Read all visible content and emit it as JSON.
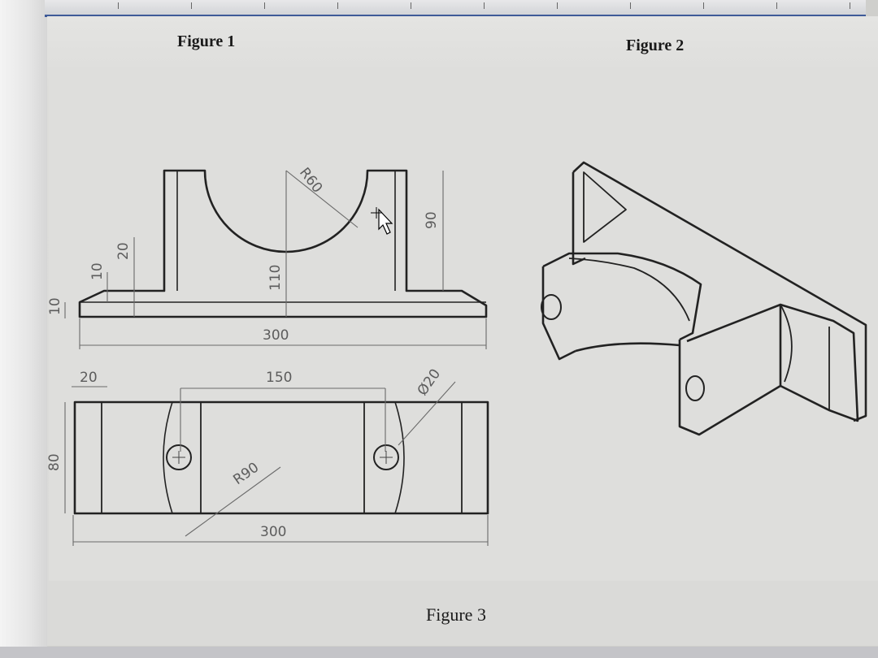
{
  "document": {
    "figure1_label": "Figure 1",
    "figure2_label": "Figure 2",
    "figure3_label": "Figure 3"
  },
  "dimensions": {
    "r60": "R60",
    "d90": "90",
    "d110": "110",
    "d20_side": "20",
    "d10_side": "10",
    "d10_base": "10",
    "d300_front": "300",
    "d20_top": "20",
    "d150": "150",
    "dia20": "Ø20",
    "r90": "R90",
    "d300_top": "300",
    "d80": "80"
  },
  "colors": {
    "line": "#222222",
    "dimension": "#6a6a6a",
    "ruler_accent": "#3e5a98"
  }
}
